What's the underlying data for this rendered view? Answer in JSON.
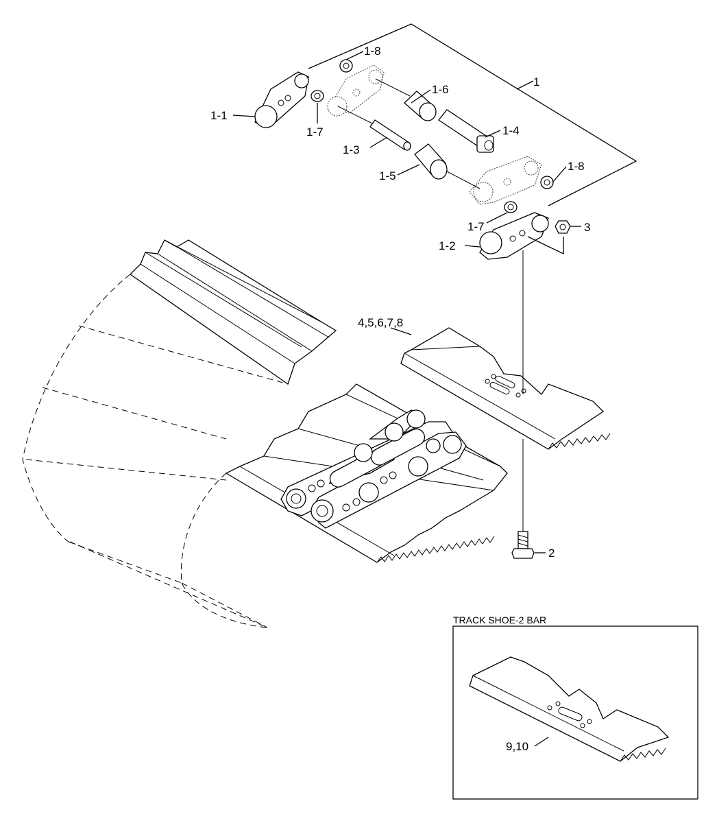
{
  "callouts": {
    "assembly": "1",
    "link_left": "1-1",
    "link_right": "1-2",
    "pin": "1-3",
    "master_pin": "1-4",
    "bushing": "1-5",
    "master_bushing": "1-6",
    "seal_left": "1-7",
    "seal_right": "1-7",
    "spacer_top": "1-8",
    "spacer_right": "1-8",
    "bolt": "2",
    "nut": "3",
    "shoe": "4,5,6,7,8",
    "shoe_2bar": "9,10"
  },
  "inset": {
    "title": "TRACK SHOE-2 BAR"
  }
}
